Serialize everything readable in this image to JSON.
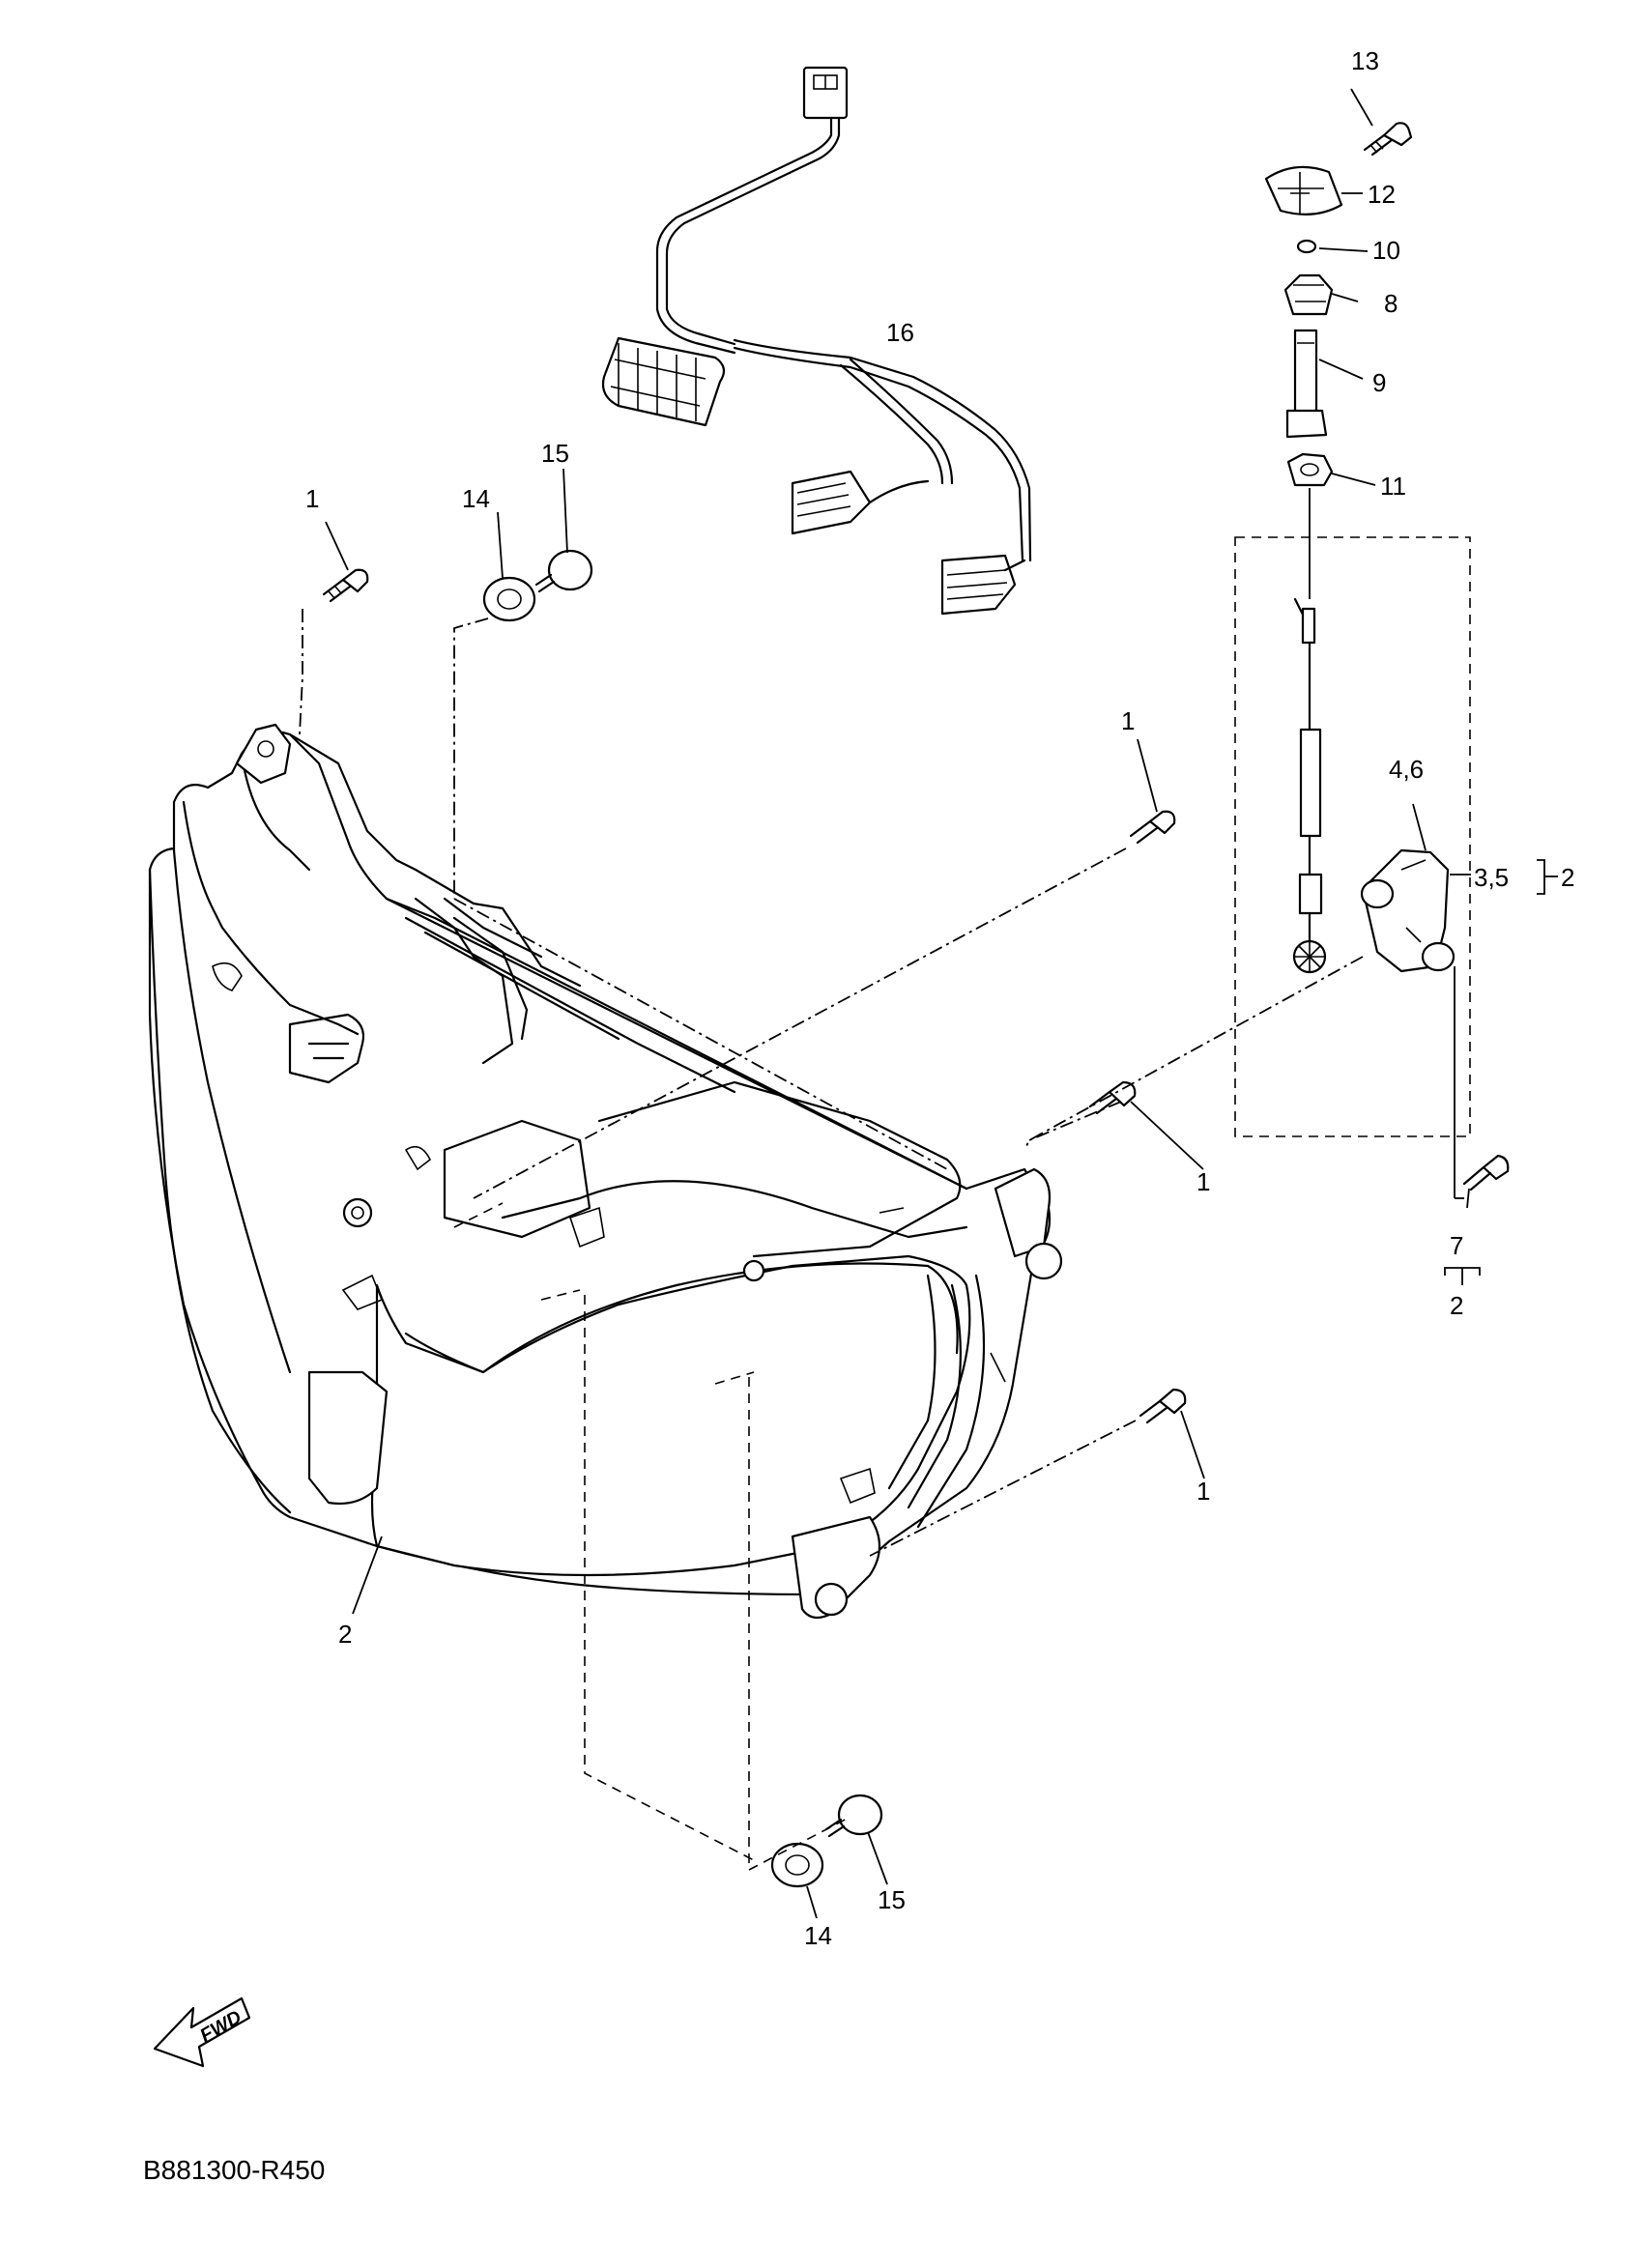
{
  "diagram": {
    "code": "B881300-R450",
    "fwd_label": "FWD",
    "callouts": {
      "c1_top": "1",
      "c1_mid": "1",
      "c1_right": "1",
      "c1_low": "1",
      "c2_main": "2",
      "c2_bracket": "2",
      "c2_bottom": "2",
      "c35": "3,5",
      "c46": "4,6",
      "c7": "7",
      "c8": "8",
      "c9": "9",
      "c10": "10",
      "c11": "11",
      "c12": "12",
      "c13": "13",
      "c14_top": "14",
      "c14_bottom": "14",
      "c15_top": "15",
      "c15_bottom": "15",
      "c16": "16"
    }
  }
}
